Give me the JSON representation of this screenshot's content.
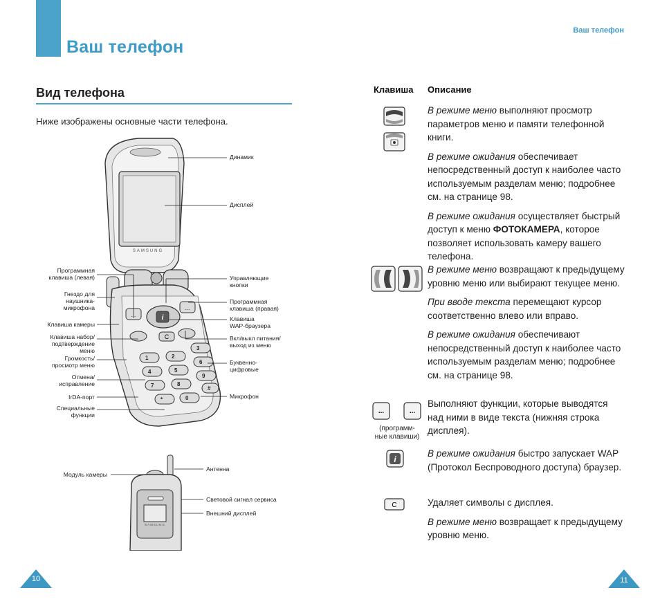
{
  "header": {
    "running_title": "Ваш телефон"
  },
  "page": {
    "title": "Ваш телефон",
    "section_title": "Вид телефона",
    "intro": "Ниже изображены основные части телефона."
  },
  "phone_open": {
    "brand": "SAMSUNG",
    "labels_left": {
      "soft_left": [
        "Программная",
        "клавиша (левая)"
      ],
      "headset": [
        "Гнездо для",
        "наушника-",
        "микрофона"
      ],
      "camera_key": [
        "Клавиша камеры"
      ],
      "send": [
        "Клавиша набор/",
        "подтверждение",
        "меню"
      ],
      "volume": [
        "Громкость/",
        "просмотр меню"
      ],
      "cancel": [
        "Отмена/",
        "исправление"
      ],
      "irda": [
        "IrDA-порт"
      ],
      "special": [
        "Специальные",
        "функции"
      ]
    },
    "labels_right": {
      "speaker": [
        "Динамик"
      ],
      "display": [
        "Дисплей"
      ],
      "nav": [
        "Управляющие",
        "кнопки"
      ],
      "soft_right": [
        "Программная",
        "клавиша (правая)"
      ],
      "wap": [
        "Клавиша",
        "WAP-браузера"
      ],
      "power": [
        "Вкл/выкл питания/",
        "выход из меню"
      ],
      "alnum": [
        "Буквенно-",
        "цифровые"
      ],
      "mic": [
        "Микрофон"
      ]
    }
  },
  "phone_closed": {
    "brand": "SAMSUNG",
    "labels": {
      "camera_module": "Модуль камеры",
      "antenna": "Антенна",
      "service_light": "Световой сигнал сервиса",
      "ext_display": "Внешний дисплей"
    }
  },
  "table": {
    "col_key": "Клавиша",
    "col_desc": "Описание",
    "soft_keys_caption": [
      "(программ-",
      "ные клавиши)"
    ],
    "rows": {
      "r1": {
        "p1_em": "В режиме меню",
        "p1": " выполняют просмотр параметров меню и памяти телефонной книги.",
        "p2_em": "В режиме ожидания",
        "p2": " обеспечивает непосредственный доступ к наиболее часто используемым разделам меню; подробнее см. на странице 98.",
        "p3_em": "В режиме ожидания",
        "p3a": " осуществляет быстрый доступ к меню ",
        "p3_bold": "ФОТОКАМЕРА",
        "p3b": ", которое позволяет использовать камеру вашего телефона."
      },
      "r2": {
        "p1_em": "В режиме меню",
        "p1": " возвращают к предыдущему уровню меню или выбирают текущее меню.",
        "p2_em": "При вводе текста",
        "p2": " перемещают курсор соответственно влево или вправо.",
        "p3_em": "В режиме ожидания",
        "p3": " обеспечивают непосредственный доступ к наиболее часто используемым разделам меню; подробнее см. на странице 98."
      },
      "r3": {
        "p1": "Выполняют функции, которые выводятся над ними в виде текста (нижняя строка дисплея)."
      },
      "r4": {
        "p1_em": "В режиме ожидания",
        "p1": " быстро запускает WAP (Протокол Беспроводного доступа) браузер."
      },
      "r5": {
        "p1": "Удаляет символы с дисплея.",
        "p2_em": "В режиме меню",
        "p2": " возвращает к предыдущему уровню меню."
      }
    }
  },
  "keys": {
    "soft_glyph": "...",
    "info_glyph": "i",
    "clear_glyph": "C",
    "keypad": [
      "1",
      "2",
      "3",
      "4",
      "5",
      "6",
      "7",
      "8",
      "9",
      "*",
      "0",
      "#"
    ]
  },
  "footer": {
    "left_page": "10",
    "right_page": "11"
  },
  "colors": {
    "accent": "#4ba3c9"
  }
}
